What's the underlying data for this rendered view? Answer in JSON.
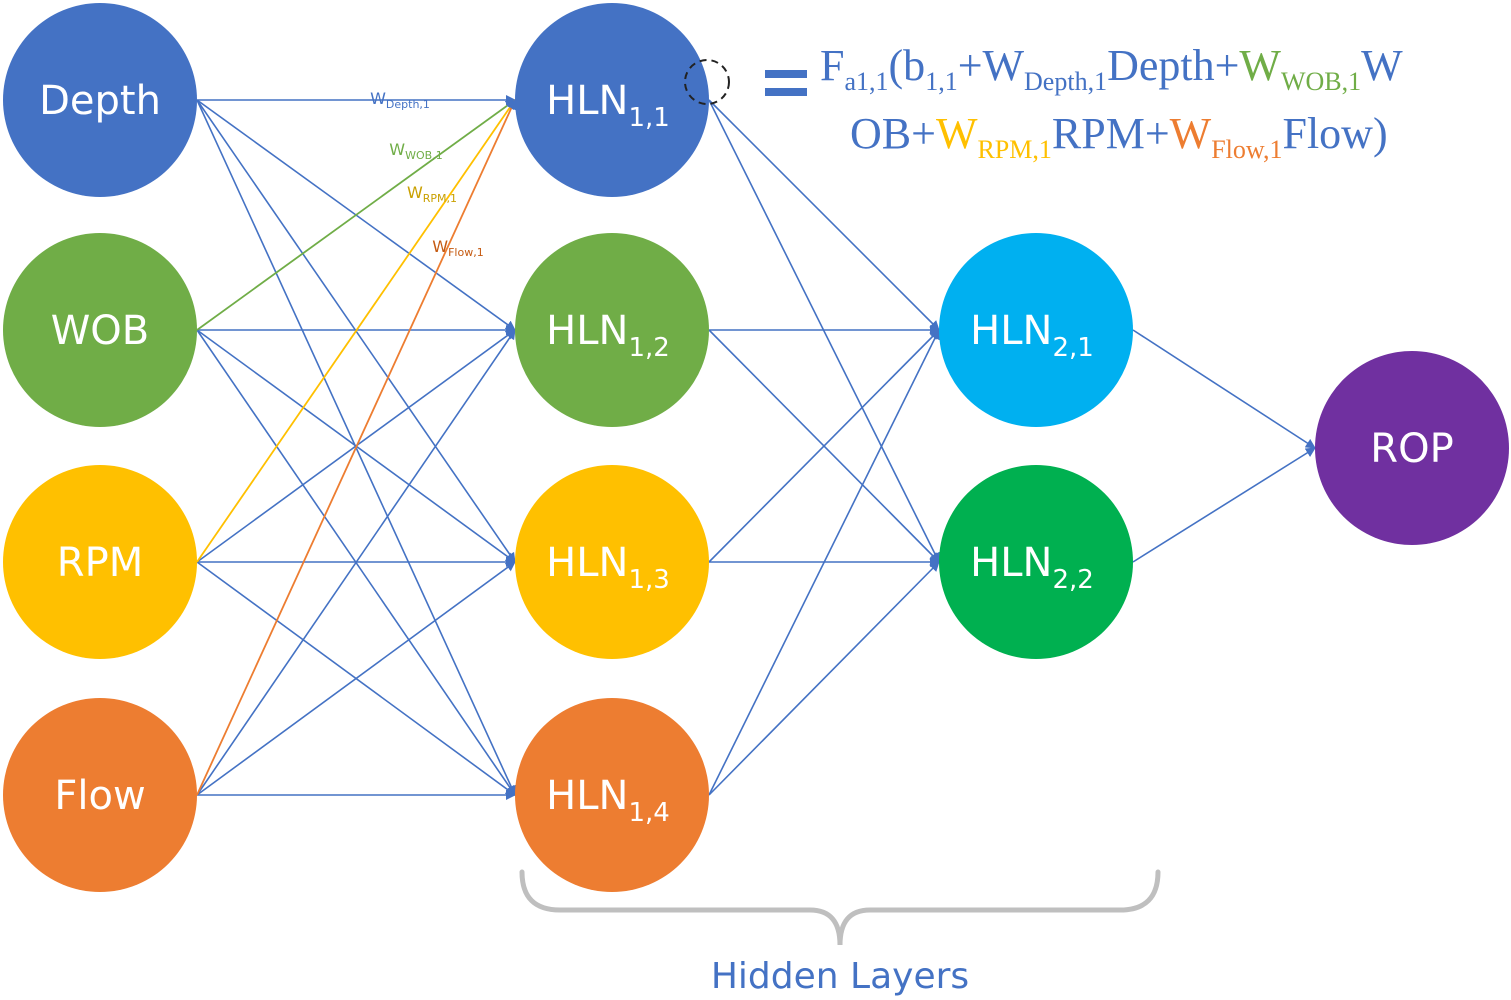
{
  "colors": {
    "edge": "#4472C4",
    "blue": "#4472C4",
    "green": "#70AD47",
    "yellow": "#FFC000",
    "orange": "#ED7D31",
    "lightblue": "#00B0F0",
    "darkgreen": "#00B050",
    "purple": "#7030A0",
    "bracket": "#BFBFBF"
  },
  "input_layer": [
    {
      "label": "Depth",
      "color": "#4472C4"
    },
    {
      "label": "WOB",
      "color": "#70AD47"
    },
    {
      "label": "RPM",
      "color": "#FFC000"
    },
    {
      "label": "Flow",
      "color": "#ED7D31"
    }
  ],
  "hidden_layer_1": [
    {
      "base": "HLN",
      "sub": "1,1",
      "color": "#4472C4"
    },
    {
      "base": "HLN",
      "sub": "1,2",
      "color": "#70AD47"
    },
    {
      "base": "HLN",
      "sub": "1,3",
      "color": "#FFC000"
    },
    {
      "base": "HLN",
      "sub": "1,4",
      "color": "#ED7D31"
    }
  ],
  "hidden_layer_2": [
    {
      "base": "HLN",
      "sub": "2,1",
      "color": "#00B0F0"
    },
    {
      "base": "HLN",
      "sub": "2,2",
      "color": "#00B050"
    }
  ],
  "output_layer": [
    {
      "label": "ROP",
      "color": "#7030A0"
    }
  ],
  "weight_labels": [
    {
      "base": "W",
      "sub": "Depth,1",
      "color": "#4472C4"
    },
    {
      "base": "W",
      "sub": "WOB,1",
      "color": "#70AD47"
    },
    {
      "base": "W",
      "sub": "RPM,1",
      "color": "#C9A000"
    },
    {
      "base": "W",
      "sub": "Flow,1",
      "color": "#C55A11"
    }
  ],
  "formula": {
    "equals": "=",
    "line1": [
      {
        "t": "F",
        "c": "#4472C4"
      },
      {
        "t": "a1,1",
        "c": "#4472C4",
        "sub": true
      },
      {
        "t": "(b",
        "c": "#4472C4"
      },
      {
        "t": "1,1",
        "c": "#4472C4",
        "sub": true
      },
      {
        "t": "+W",
        "c": "#4472C4"
      },
      {
        "t": "Depth,1",
        "c": "#4472C4",
        "sub": true
      },
      {
        "t": "Depth+",
        "c": "#4472C4"
      },
      {
        "t": "W",
        "c": "#70AD47"
      },
      {
        "t": "WOB,1",
        "c": "#70AD47",
        "sub": true
      },
      {
        "t": "W",
        "c": "#4472C4"
      }
    ],
    "line2": [
      {
        "t": "OB+",
        "c": "#4472C4"
      },
      {
        "t": "W",
        "c": "#FFC000"
      },
      {
        "t": "RPM,1",
        "c": "#FFC000",
        "sub": true
      },
      {
        "t": "RPM+",
        "c": "#4472C4"
      },
      {
        "t": "W",
        "c": "#ED7D31"
      },
      {
        "t": "Flow,1",
        "c": "#ED7D31",
        "sub": true
      },
      {
        "t": "Flow)",
        "c": "#4472C4"
      }
    ]
  },
  "caption": "Hidden Layers"
}
